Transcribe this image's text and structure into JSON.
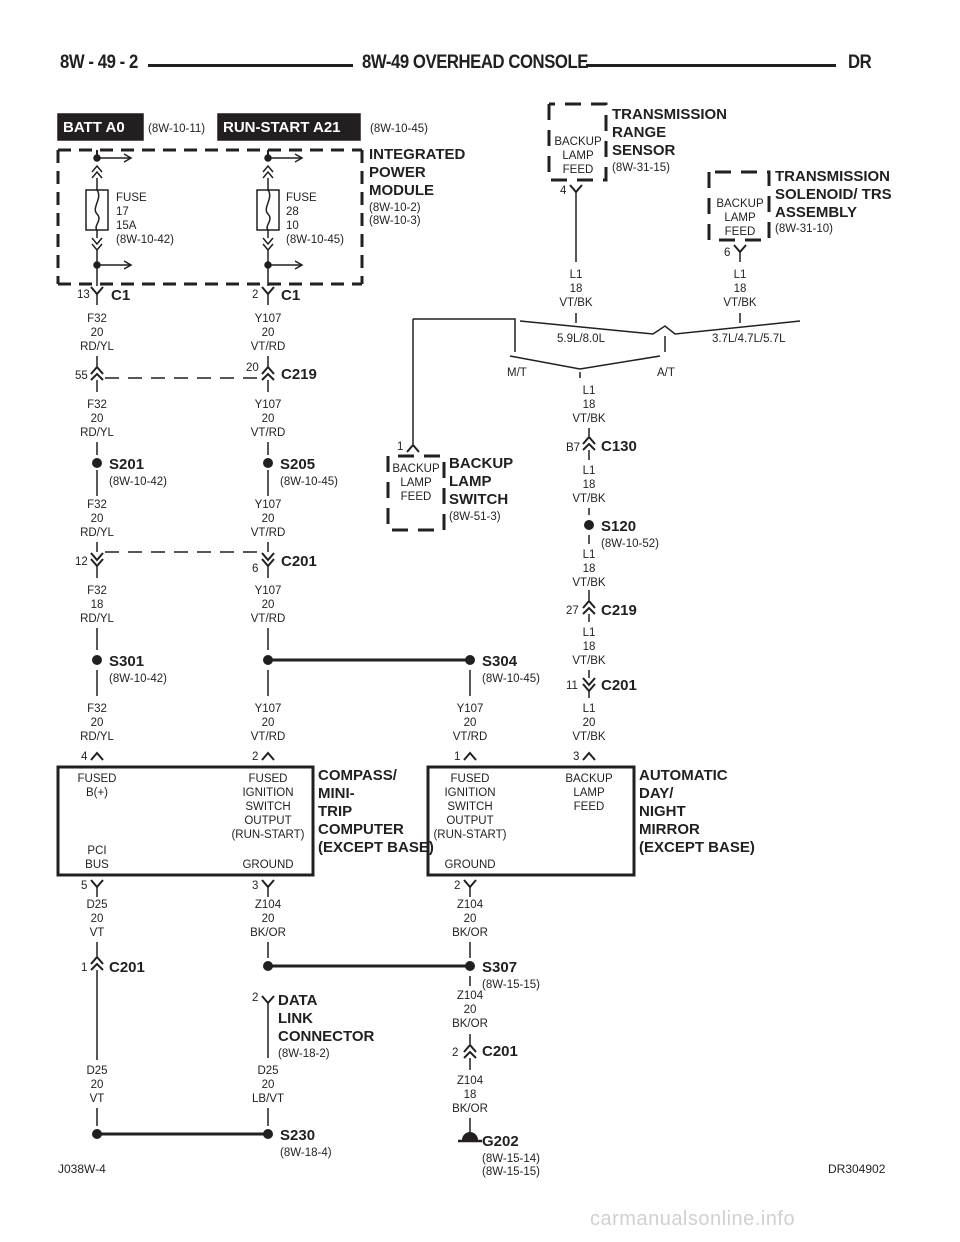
{
  "header": {
    "page": "8W - 49 - 2",
    "title": "8W-49 OVERHEAD CONSOLE",
    "section": "DR"
  },
  "sources": {
    "batt": {
      "label": "BATT A0",
      "ref": "(8W-10-11)"
    },
    "run": {
      "label": "RUN-START A21",
      "ref": "(8W-10-45)"
    }
  },
  "ipm": {
    "name": [
      "INTEGRATED",
      "POWER",
      "MODULE"
    ],
    "refs": [
      "(8W-10-2)",
      "(8W-10-3)"
    ],
    "fuse17": [
      "FUSE",
      "17",
      "15A",
      "(8W-10-42)"
    ],
    "fuse28": [
      "FUSE",
      "28",
      "10",
      "(8W-10-45)"
    ]
  },
  "trs": {
    "name": [
      "TRANSMISSION",
      "RANGE",
      "SENSOR"
    ],
    "ref": "(8W-31-15)",
    "box": [
      "BACKUP",
      "LAMP",
      "FEED"
    ],
    "pin": "4"
  },
  "tsa": {
    "name": [
      "TRANSMISSION",
      "SOLENOID/ TRS",
      "ASSEMBLY"
    ],
    "ref": "(8W-31-10)",
    "box": [
      "BACKUP",
      "LAMP",
      "FEED"
    ],
    "pin": "6"
  },
  "bls": {
    "name": [
      "BACKUP",
      "LAMP",
      "SWITCH"
    ],
    "ref": "(8W-51-3)",
    "box": [
      "BACKUP",
      "LAMP",
      "FEED"
    ],
    "pin": "1"
  },
  "options": {
    "eng_a": "5.9L/8.0L",
    "eng_b": "3.7L/4.7L/5.7L",
    "mt": "M/T",
    "at": "A/T"
  },
  "connectors": {
    "c1": "C1",
    "c219": "C219",
    "c201": "C201",
    "c130": "C130"
  },
  "pins": {
    "c1_a": "13",
    "c1_b": "2",
    "c219_a": "55",
    "c219_b": "20",
    "c219_c": "27",
    "c201_a": "12",
    "c201_b": "6",
    "c201_c": "11",
    "c201_d": "1",
    "c201_e": "2",
    "c130": "B7",
    "cmp_a": "4",
    "cmp_b": "2",
    "cmp_c": "5",
    "cmp_d": "3",
    "adm_a": "1",
    "adm_b": "3",
    "adm_c": "2",
    "dlc": "2"
  },
  "splices": {
    "s201": {
      "label": "S201",
      "ref": "(8W-10-42)"
    },
    "s205": {
      "label": "S205",
      "ref": "(8W-10-45)"
    },
    "s120": {
      "label": "S120",
      "ref": "(8W-10-52)"
    },
    "s301": {
      "label": "S301",
      "ref": "(8W-10-42)"
    },
    "s304": {
      "label": "S304",
      "ref": "(8W-10-45)"
    },
    "s307": {
      "label": "S307",
      "ref": "(8W-15-15)"
    },
    "s230": {
      "label": "S230",
      "ref": "(8W-18-4)"
    },
    "g202": {
      "label": "G202",
      "ref": [
        "(8W-15-14)",
        "(8W-15-15)"
      ]
    }
  },
  "wires": {
    "f32_a": [
      "F32",
      "20",
      "RD/YL"
    ],
    "f32_b": [
      "F32",
      "20",
      "RD/YL"
    ],
    "f32_c": [
      "F32",
      "20",
      "RD/YL"
    ],
    "f32_d": [
      "F32",
      "18",
      "RD/YL"
    ],
    "f32_e": [
      "F32",
      "20",
      "RD/YL"
    ],
    "y107_a": [
      "Y107",
      "20",
      "VT/RD"
    ],
    "y107_b": [
      "Y107",
      "20",
      "VT/RD"
    ],
    "y107_c": [
      "Y107",
      "20",
      "VT/RD"
    ],
    "y107_d": [
      "Y107",
      "20",
      "VT/RD"
    ],
    "y107_e": [
      "Y107",
      "20",
      "VT/RD"
    ],
    "y107_f": [
      "Y107",
      "20",
      "VT/RD"
    ],
    "l1_a": [
      "L1",
      "18",
      "VT/BK"
    ],
    "l1_b": [
      "L1",
      "18",
      "VT/BK"
    ],
    "l1_c": [
      "L1",
      "18",
      "VT/BK"
    ],
    "l1_d": [
      "L1",
      "18",
      "VT/BK"
    ],
    "l1_e": [
      "L1",
      "18",
      "VT/BK"
    ],
    "l1_f": [
      "L1",
      "18",
      "VT/BK"
    ],
    "l1_g": [
      "L1",
      "20",
      "VT/BK"
    ],
    "d25_a": [
      "D25",
      "20",
      "VT"
    ],
    "d25_b": [
      "D25",
      "20",
      "VT"
    ],
    "d25_c": [
      "D25",
      "20",
      "LB/VT"
    ],
    "z104_a": [
      "Z104",
      "20",
      "BK/OR"
    ],
    "z104_b": [
      "Z104",
      "20",
      "BK/OR"
    ],
    "z104_c": [
      "Z104",
      "20",
      "BK/OR"
    ],
    "z104_d": [
      "Z104",
      "18",
      "BK/OR"
    ]
  },
  "compass": {
    "name": [
      "COMPASS/",
      "MINI-",
      "TRIP",
      "COMPUTER",
      "(EXCEPT BASE)"
    ],
    "fused_b": [
      "FUSED",
      "B(+)"
    ],
    "fused_ign": [
      "FUSED",
      "IGNITION",
      "SWITCH",
      "OUTPUT",
      "(RUN-START)"
    ],
    "pci": [
      "PCI",
      "BUS"
    ],
    "ground": "GROUND"
  },
  "mirror": {
    "name": [
      "AUTOMATIC",
      "DAY/",
      "NIGHT",
      "MIRROR",
      "(EXCEPT BASE)"
    ],
    "fused_ign": [
      "FUSED",
      "IGNITION",
      "SWITCH",
      "OUTPUT",
      "(RUN-START)"
    ],
    "backup": [
      "BACKUP",
      "LAMP",
      "FEED"
    ],
    "ground": "GROUND"
  },
  "dlc": {
    "name": [
      "DATA",
      "LINK",
      "CONNECTOR"
    ],
    "ref": "(8W-18-2)"
  },
  "footer": {
    "left": "J038W-4",
    "right": "DR304902",
    "watermark": "carmanualsonline.info"
  }
}
